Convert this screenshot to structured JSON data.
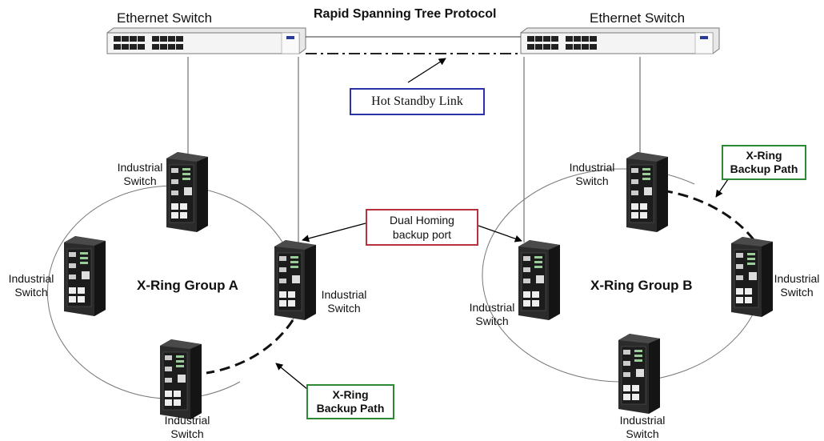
{
  "title": "Rapid Spanning Tree Protocol",
  "ethernet_switches": [
    {
      "label": "Ethernet Switch"
    },
    {
      "label": "Ethernet Switch"
    }
  ],
  "callouts": {
    "hot_standby": "Hot Standby Link",
    "dual_homing": [
      "Dual Homing",
      "backup port"
    ],
    "backup_path_a": [
      "X-Ring",
      "Backup Path"
    ],
    "backup_path_b": [
      "X-Ring",
      "Backup Path"
    ]
  },
  "groups": {
    "a": "X-Ring Group A",
    "b": "X-Ring Group B"
  },
  "industrial_switch_label": [
    "Industrial",
    "Switch"
  ],
  "colors": {
    "blue_border": "#2a32a8",
    "red_border": "#b8323e",
    "green_border": "#2d8a34",
    "device": "#1b1b1b"
  }
}
